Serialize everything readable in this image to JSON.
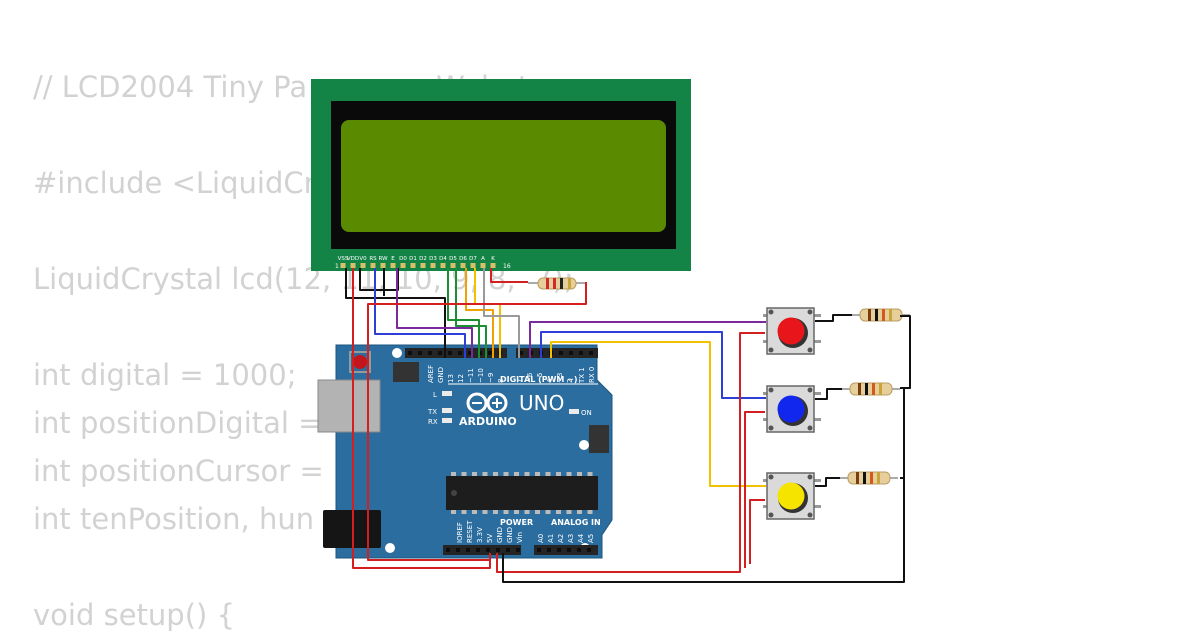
{
  "code_lines": [
    "// LCD2004 Tiny Pa              Web  t",
    "",
    "#include <LiquidCr",
    "",
    "LiquidCrystal lcd(12, 11, 10, 9, 8,  7);",
    "",
    "int digital = 1000;",
    "int positionDigital =",
    "int positionCursor =",
    "int tenPosition, hun                    osition;",
    "",
    "void setup() {"
  ],
  "lcd": {
    "pin_labels": [
      "VSS",
      "VDD",
      "V0",
      "RS",
      "RW",
      "E",
      "D0",
      "D1",
      "D2",
      "D3",
      "D4",
      "D5",
      "D6",
      "D7",
      "A",
      "K"
    ],
    "pin_first": "1",
    "pin_last": "16",
    "colors": {
      "board": "#138446",
      "bezel": "#0a0a0a",
      "screen": "#5a8a00"
    }
  },
  "arduino": {
    "brand": "ARDUINO",
    "model": "UNO",
    "digital_label": "DIGITAL (PWM ~)",
    "power_label": "POWER",
    "analog_label": "ANALOG IN",
    "top_labels": [
      "AREF",
      "GND",
      "13",
      "12",
      "~11",
      "~10",
      "~9",
      "8",
      "7",
      "~6",
      "~5",
      "4",
      "~3",
      "2",
      "TX 1",
      "RX 0"
    ],
    "power_pins": [
      "IOREF",
      "RESET",
      "3.3V",
      "5V",
      "GND",
      "GND",
      "Vin"
    ],
    "analog_pins": [
      "A0",
      "A1",
      "A2",
      "A3",
      "A4",
      "A5"
    ],
    "led_labels": {
      "l": "L",
      "tx": "TX",
      "rx": "RX",
      "on": "ON"
    },
    "colors": {
      "board": "#2b6d9f",
      "text": "#ffffff"
    }
  },
  "buttons": [
    {
      "name": "red",
      "color": "#e8151b"
    },
    {
      "name": "blue",
      "color": "#1227ee"
    },
    {
      "name": "yellow",
      "color": "#f5e400"
    }
  ],
  "wire_colors": {
    "red": "#d31f1f",
    "black": "#111111",
    "blue": "#2e3ed8",
    "purple": "#7a2a9c",
    "green": "#1d8f33",
    "orange": "#f0a200",
    "gray": "#9a9a9a",
    "yellow": "#f2c200"
  }
}
